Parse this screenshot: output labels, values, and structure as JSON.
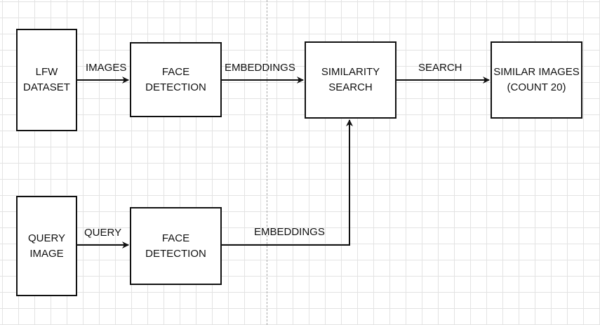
{
  "diagram": {
    "nodes": {
      "lfw_dataset": {
        "lines": [
          "LFW",
          "DATASET"
        ]
      },
      "face_detection_top": {
        "lines": [
          "FACE DETECTION"
        ]
      },
      "similarity_search": {
        "lines": [
          "SIMILARITY",
          "SEARCH"
        ]
      },
      "similar_images": {
        "lines": [
          "SIMILAR IMAGES",
          "(COUNT 20)"
        ]
      },
      "query_image": {
        "lines": [
          "QUERY",
          "IMAGE"
        ]
      },
      "face_detection_bottom": {
        "lines": [
          "FACE DETECTION"
        ]
      }
    },
    "edges": {
      "images": {
        "label": "IMAGES"
      },
      "embeddings_top": {
        "label": "EMBEDDINGS"
      },
      "search": {
        "label": "SEARCH"
      },
      "query": {
        "label": "QUERY"
      },
      "embeddings_bottom": {
        "label": "EMBEDDINGS"
      }
    }
  }
}
